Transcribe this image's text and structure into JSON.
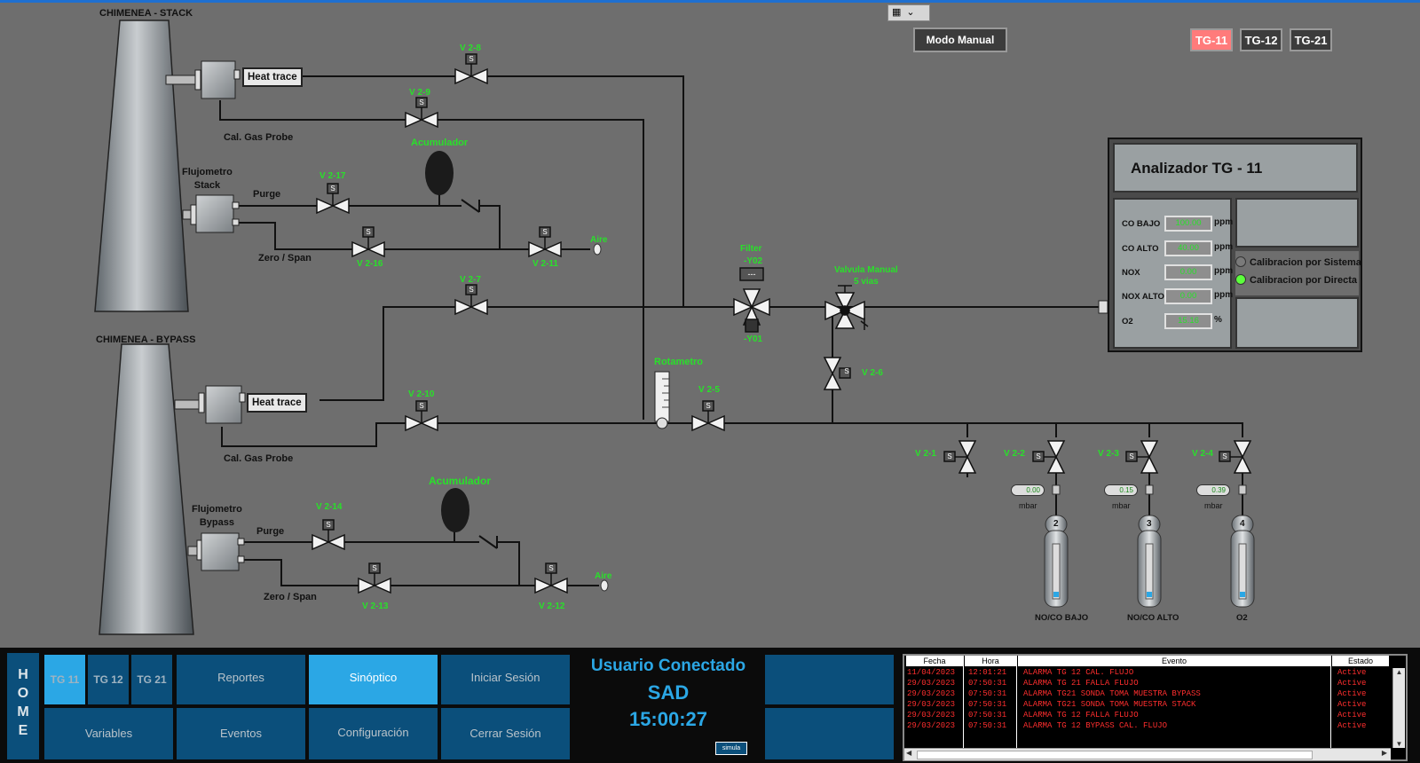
{
  "toolbar": {
    "expand_icon": "grid-icon",
    "dropdown_icon": "chevron-down-icon"
  },
  "header": {
    "mode_button": "Modo Manual",
    "tg_buttons": [
      {
        "label": "TG-11",
        "active": true
      },
      {
        "label": "TG-12",
        "active": false
      },
      {
        "label": "TG-21",
        "active": false
      }
    ]
  },
  "stack": {
    "title": "CHIMENEA - STACK",
    "heat_trace": "Heat trace",
    "cal_probe": "Cal. Gas Probe",
    "flowmeter": [
      "Flujometro",
      "Stack"
    ],
    "purge": "Purge",
    "zero_span": "Zero / Span",
    "accumulator": "Acumulador",
    "air": "Aire",
    "valves": [
      "V 2-8",
      "V 2-9",
      "V 2-17",
      "V 2-16",
      "V 2-11",
      "V 2-7"
    ]
  },
  "bypass": {
    "title": "CHIMENEA - BYPASS",
    "heat_trace": "Heat trace",
    "cal_probe": "Cal. Gas Probe",
    "flowmeter": [
      "Flujometro",
      "Bypass"
    ],
    "purge": "Purge",
    "zero_span": "Zero / Span",
    "accumulator": "Acumulador",
    "air": "Aire",
    "valves": [
      "V 2-10",
      "V 2-14",
      "V 2-13",
      "V 2-12"
    ]
  },
  "center": {
    "filter": [
      "Filter",
      "-Y02",
      "-Y01"
    ],
    "filter_box": "---",
    "manual_valve": [
      "Valvula Manual",
      "5 vias"
    ],
    "rotameter": "Rotametro",
    "valves": [
      "V 2-5",
      "V 2-6"
    ]
  },
  "analyzer": {
    "title": "Analizador TG - 11",
    "rows": [
      {
        "label": "CO BAJO",
        "value": "100.00",
        "unit": "ppm"
      },
      {
        "label": "CO ALTO",
        "value": "40.00",
        "unit": "ppm"
      },
      {
        "label": "NOX",
        "value": "0.00",
        "unit": "ppm"
      },
      {
        "label": "NOX ALTO",
        "value": "0.00",
        "unit": "ppm"
      },
      {
        "label": "O2",
        "value": "15.16",
        "unit": "%"
      }
    ],
    "calibration": [
      {
        "label": "Calibracion por Sistema",
        "color": "#7a7a7a"
      },
      {
        "label": "Calibracion por Directa",
        "color": "#5cff3c"
      }
    ]
  },
  "cylinders": {
    "valves": [
      "V 2-1",
      "V 2-2",
      "V 2-3",
      "V 2-4"
    ],
    "gauges": [
      "0.00",
      "0.15",
      "0.39"
    ],
    "unit": "mbar",
    "numbers": [
      "2",
      "3",
      "4"
    ],
    "labels": [
      "NO/CO BAJO",
      "NO/CO ALTO",
      "O2"
    ]
  },
  "nav": {
    "home_letters": [
      "H",
      "O",
      "M",
      "E"
    ],
    "tg_tabs": [
      {
        "label": "TG 11",
        "active": true
      },
      {
        "label": "TG 12",
        "active": false
      },
      {
        "label": "TG 21",
        "active": false
      }
    ],
    "buttons": [
      {
        "label": "Reportes",
        "active": false
      },
      {
        "label": "Sinóptico",
        "active": true
      },
      {
        "label": "Iniciar Sesión",
        "active": false
      },
      {
        "label": "Variables",
        "active": false
      },
      {
        "label": "Eventos",
        "active": false
      },
      {
        "label": "Configuración",
        "active": false
      },
      {
        "label": "Cerrar Sesión",
        "active": false
      }
    ]
  },
  "user": {
    "title": "Usuario Conectado",
    "name": "SAD",
    "time": "15:00:27",
    "sim_label": "simula"
  },
  "alarms": {
    "headers": [
      "Fecha",
      "Hora",
      "Evento",
      "Estado"
    ],
    "rows": [
      {
        "date": "11/04/2023",
        "time": "12:01:21",
        "event": "ALARMA TG 12 CAL. FLUJO",
        "state": "Active"
      },
      {
        "date": "29/03/2023",
        "time": "07:50:31",
        "event": "ALARMA TG 21 FALLA FLUJO",
        "state": "Active"
      },
      {
        "date": "29/03/2023",
        "time": "07:50:31",
        "event": "ALARMA TG21 SONDA TOMA MUESTRA BYPASS",
        "state": "Active"
      },
      {
        "date": "29/03/2023",
        "time": "07:50:31",
        "event": "ALARMA TG21 SONDA TOMA MUESTRA STACK",
        "state": "Active"
      },
      {
        "date": "29/03/2023",
        "time": "07:50:31",
        "event": "ALARMA TG 12 FALLA FLUJO",
        "state": "Active"
      },
      {
        "date": "29/03/2023",
        "time": "07:50:31",
        "event": "ALARMA TG 12 BYPASS CAL. FLUJO",
        "state": "Active"
      }
    ]
  }
}
